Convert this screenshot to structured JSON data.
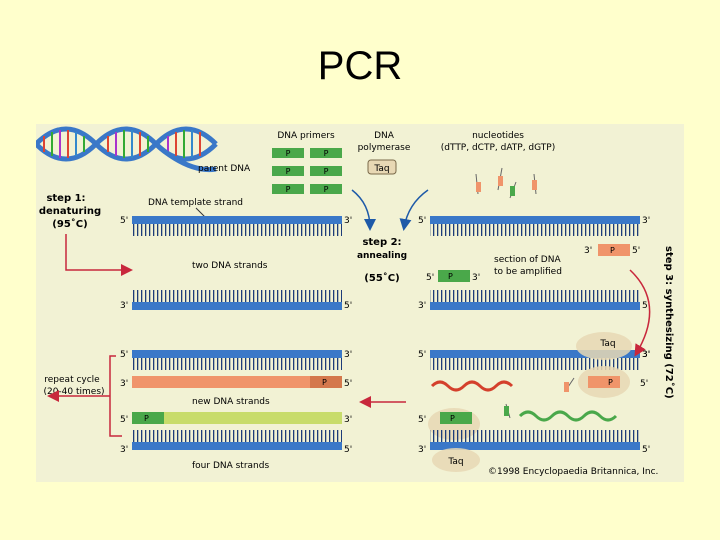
{
  "slide": {
    "title": "PCR"
  },
  "figure": {
    "labels": {
      "dna_primers": "DNA primers",
      "dna_polymerase_1": "DNA",
      "dna_polymerase_2": "polymerase",
      "nucleotides_1": "nucleotides",
      "nucleotides_2": "(dTTP, dCTP, dATP, dGTP)",
      "parent_dna": "parent DNA",
      "template_strand": "DNA template strand",
      "taq": "Taq",
      "primer_p": "P",
      "step1_1": "step 1:",
      "step1_2": "denaturing",
      "step1_3": "(95˚C)",
      "step2_1": "step 2:",
      "step2_2": "annealing",
      "step2_3": "(55˚C)",
      "step3": "step 3: synthesizing (72˚C)",
      "two_strands": "two DNA strands",
      "section_1": "section of DNA",
      "section_2": "to be amplified",
      "repeat_1": "repeat cycle",
      "repeat_2": "(20-40 times)",
      "new_strands": "new DNA strands",
      "four_strands": "four DNA strands",
      "five_prime": "5'",
      "three_prime": "3'",
      "copyright": "©1998 Encyclopaedia Britannica, Inc."
    },
    "colors": {
      "strand_blue": "#3a78c8",
      "primer_green": "#4aa84a",
      "new_orange": "#f0946a",
      "new_yellowgreen": "#c8dc6a",
      "taq_tan": "#e8d8b4",
      "arrow_red": "#c8283c"
    }
  }
}
